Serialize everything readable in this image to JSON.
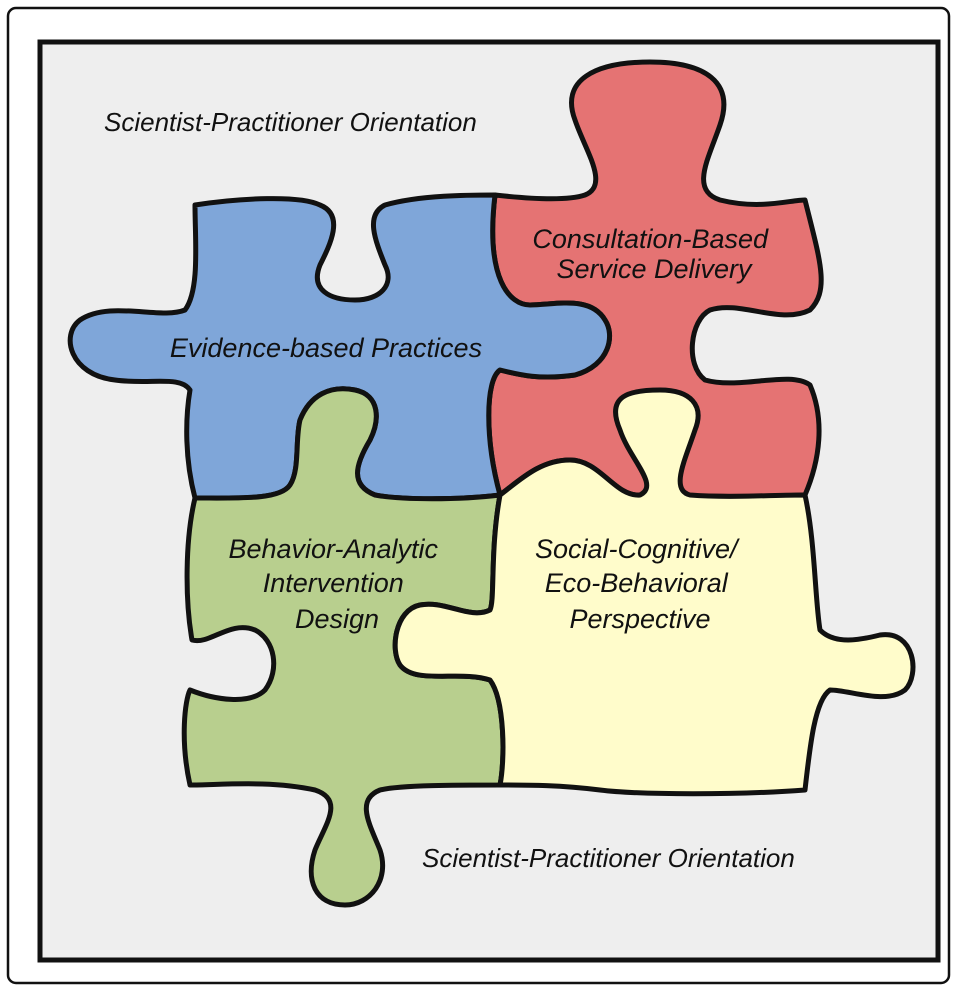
{
  "captions": {
    "top": "Scientist-Practitioner Orientation",
    "bottom": "Scientist-Practitioner Orientation"
  },
  "pieces": {
    "evidence": {
      "lines": [
        "Evidence-based Practices"
      ],
      "color": "#7FA6D9"
    },
    "consultation": {
      "lines": [
        "Consultation-Based",
        "Service Delivery"
      ],
      "color": "#E57373"
    },
    "behavior": {
      "lines": [
        "Behavior-Analytic",
        "Intervention",
        "Design"
      ],
      "color": "#B8CF8E"
    },
    "social": {
      "lines": [
        "Social-Cognitive/",
        "Eco-Behavioral",
        "Perspective"
      ],
      "color": "#FFFCCB"
    }
  },
  "colors": {
    "panel_background": "#EEEEEE",
    "frame": "#111111"
  }
}
